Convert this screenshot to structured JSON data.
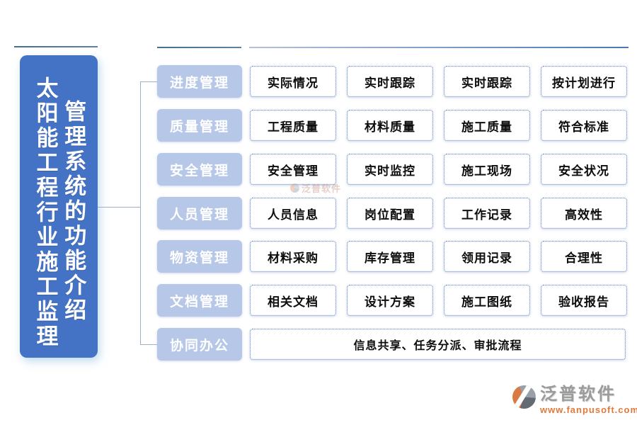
{
  "banner": {
    "left_column": "太阳能工程行业施工监理",
    "right_column": "管理系统的功能介绍"
  },
  "rows": [
    {
      "category": "进度管理",
      "items": [
        "实际情况",
        "实时跟踪",
        "实时跟踪",
        "按计划进行"
      ],
      "wide": false
    },
    {
      "category": "质量管理",
      "items": [
        "工程质量",
        "材料质量",
        "施工质量",
        "符合标准"
      ],
      "wide": false
    },
    {
      "category": "安全管理",
      "items": [
        "安全管理",
        "实时监控",
        "施工现场",
        "安全状况"
      ],
      "wide": false
    },
    {
      "category": "人员管理",
      "items": [
        "人员信息",
        "岗位配置",
        "工作记录",
        "高效性"
      ],
      "wide": false
    },
    {
      "category": "物资管理",
      "items": [
        "材料采购",
        "库存管理",
        "领用记录",
        "合理性"
      ],
      "wide": false
    },
    {
      "category": "文档管理",
      "items": [
        "相关文档",
        "设计方案",
        "施工图纸",
        "验收报告"
      ],
      "wide": false
    },
    {
      "category": "协同办公",
      "items": [
        "信息共享、任务分派、审批流程"
      ],
      "wide": true
    }
  ],
  "watermark": {
    "text": "泛普软件"
  },
  "footer": {
    "brand": "泛普软件",
    "url": "www.fanpusoft.com"
  },
  "colors": {
    "banner_blue": "#4472C4",
    "category_fill": "#B7C7E8",
    "box_border": "#5D83BB",
    "connector": "#9FB0C6",
    "brand_orange": "#E2793B",
    "brand_grey": "#9B9B9B"
  }
}
